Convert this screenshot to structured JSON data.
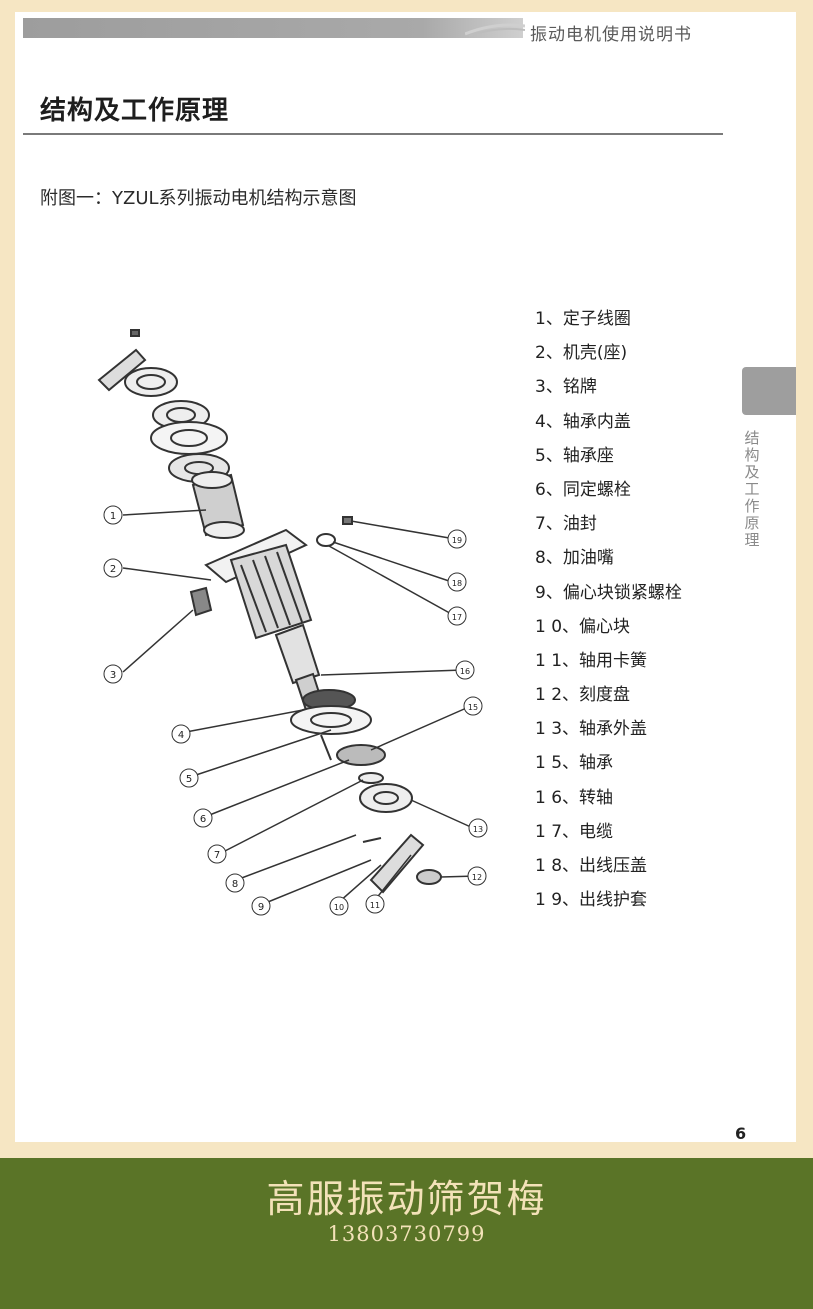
{
  "header": {
    "doc_title": "振动电机使用说明书"
  },
  "section": {
    "title": "结构及工作原理"
  },
  "figure": {
    "caption": "附图一：YZUL系列振动电机结构示意图"
  },
  "side_tab": {
    "label": "结构及工作原理"
  },
  "parts": [
    "1、定子线圈",
    "2、机壳(座)",
    "3、铭牌",
    "4、轴承内盖",
    "5、轴承座",
    "6、同定螺栓",
    "7、油封",
    "8、加油嘴",
    "9、偏心块锁紧螺栓",
    "1 0、偏心块",
    "1 1、轴用卡簧",
    "1 2、刻度盘",
    "1 3、轴承外盖",
    "1 5、轴承",
    "1 6、转轴",
    "1 7、电缆",
    "1 8、出线压盖",
    "1 9、出线护套"
  ],
  "diagram_callouts": [
    "1",
    "2",
    "3",
    "4",
    "5",
    "6",
    "7",
    "8",
    "9",
    "10",
    "11",
    "12",
    "13",
    "15",
    "16",
    "17",
    "18",
    "19"
  ],
  "page_number": "6",
  "footer": {
    "title": "高服振动筛贺梅",
    "phone": "13803730799"
  }
}
